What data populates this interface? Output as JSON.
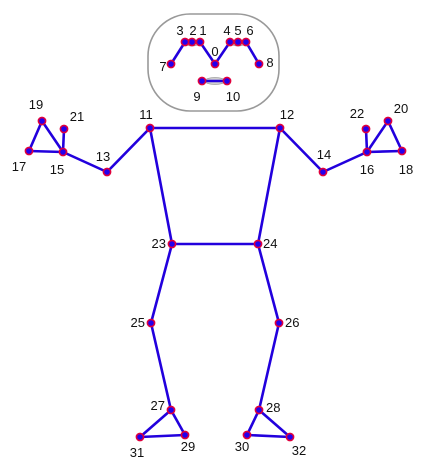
{
  "diagram": {
    "title": "",
    "landmarks": [
      {
        "id": "0",
        "label": "0"
      },
      {
        "id": "1",
        "label": "1"
      },
      {
        "id": "2",
        "label": "2"
      },
      {
        "id": "3",
        "label": "3"
      },
      {
        "id": "4",
        "label": "4"
      },
      {
        "id": "5",
        "label": "5"
      },
      {
        "id": "6",
        "label": "6"
      },
      {
        "id": "7",
        "label": "7"
      },
      {
        "id": "8",
        "label": "8"
      },
      {
        "id": "9",
        "label": "9"
      },
      {
        "id": "10",
        "label": "10"
      },
      {
        "id": "11",
        "label": "11"
      },
      {
        "id": "12",
        "label": "12"
      },
      {
        "id": "13",
        "label": "13"
      },
      {
        "id": "14",
        "label": "14"
      },
      {
        "id": "15",
        "label": "15"
      },
      {
        "id": "16",
        "label": "16"
      },
      {
        "id": "17",
        "label": "17"
      },
      {
        "id": "18",
        "label": "18"
      },
      {
        "id": "19",
        "label": "19"
      },
      {
        "id": "20",
        "label": "20"
      },
      {
        "id": "21",
        "label": "21"
      },
      {
        "id": "22",
        "label": "22"
      },
      {
        "id": "23",
        "label": "23"
      },
      {
        "id": "24",
        "label": "24"
      },
      {
        "id": "25",
        "label": "25"
      },
      {
        "id": "26",
        "label": "26"
      },
      {
        "id": "27",
        "label": "27"
      },
      {
        "id": "28",
        "label": "28"
      },
      {
        "id": "29",
        "label": "29"
      },
      {
        "id": "30",
        "label": "30"
      },
      {
        "id": "31",
        "label": "31"
      },
      {
        "id": "32",
        "label": "32"
      }
    ],
    "connections": [
      [
        "0",
        "1"
      ],
      [
        "1",
        "2"
      ],
      [
        "2",
        "3"
      ],
      [
        "3",
        "7"
      ],
      [
        "0",
        "4"
      ],
      [
        "4",
        "5"
      ],
      [
        "5",
        "6"
      ],
      [
        "6",
        "8"
      ],
      [
        "9",
        "10"
      ],
      [
        "11",
        "12"
      ],
      [
        "11",
        "23"
      ],
      [
        "12",
        "24"
      ],
      [
        "23",
        "24"
      ],
      [
        "11",
        "13"
      ],
      [
        "13",
        "15"
      ],
      [
        "15",
        "17"
      ],
      [
        "15",
        "19"
      ],
      [
        "15",
        "21"
      ],
      [
        "17",
        "19"
      ],
      [
        "12",
        "14"
      ],
      [
        "14",
        "16"
      ],
      [
        "16",
        "18"
      ],
      [
        "16",
        "20"
      ],
      [
        "16",
        "22"
      ],
      [
        "18",
        "20"
      ],
      [
        "23",
        "25"
      ],
      [
        "25",
        "27"
      ],
      [
        "27",
        "29"
      ],
      [
        "27",
        "31"
      ],
      [
        "29",
        "31"
      ],
      [
        "24",
        "26"
      ],
      [
        "26",
        "28"
      ],
      [
        "28",
        "30"
      ],
      [
        "28",
        "32"
      ],
      [
        "30",
        "32"
      ]
    ],
    "colors": {
      "bone": "#2200dd",
      "joint_fill": "#2200ee",
      "joint_ring": "#e0003c",
      "face_frame": "#999999"
    }
  }
}
